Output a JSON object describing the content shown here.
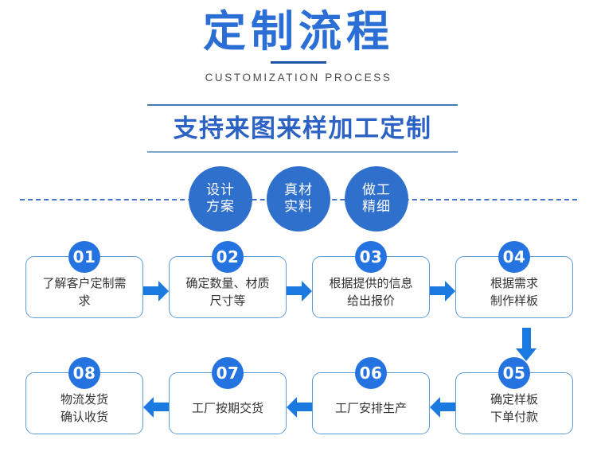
{
  "header": {
    "title": "定制流程",
    "subtitle_en": "CUSTOMIZATION PROCESS"
  },
  "banner": {
    "slogan": "支持来图来样加工定制"
  },
  "features": [
    {
      "line1": "设计",
      "line2": "方案"
    },
    {
      "line1": "真材",
      "line2": "实料"
    },
    {
      "line1": "做工",
      "line2": "精细"
    }
  ],
  "flow": {
    "row1": [
      {
        "number": "01",
        "line1": "了解客户定制需",
        "line2": "求"
      },
      {
        "number": "02",
        "line1": "确定数量、材质",
        "line2": "尺寸等"
      },
      {
        "number": "03",
        "line1": "根据提供的信息",
        "line2": "给出报价"
      },
      {
        "number": "04",
        "line1": "根据需求",
        "line2": "制作样板"
      }
    ],
    "row2": [
      {
        "number": "08",
        "line1": "物流发货",
        "line2": "确认收货"
      },
      {
        "number": "07",
        "line1": "工厂按期交货",
        "line2": ""
      },
      {
        "number": "06",
        "line1": "工厂安排生产",
        "line2": ""
      },
      {
        "number": "05",
        "line1": "确定样板",
        "line2": "下单付款"
      }
    ]
  },
  "colors": {
    "title_blue": "#2b6fd6",
    "slogan_blue": "#2b62c4",
    "circle_blue": "#2f70cd",
    "badge_blue": "#2573e0",
    "arrow_blue": "#1a7ae0",
    "box_border": "#5b9bd8",
    "rule_dark": "#1b52a8",
    "dash_blue": "#4272c8",
    "text_gray": "#333333",
    "subtitle_gray": "#4a4a4a",
    "background": "#ffffff"
  }
}
